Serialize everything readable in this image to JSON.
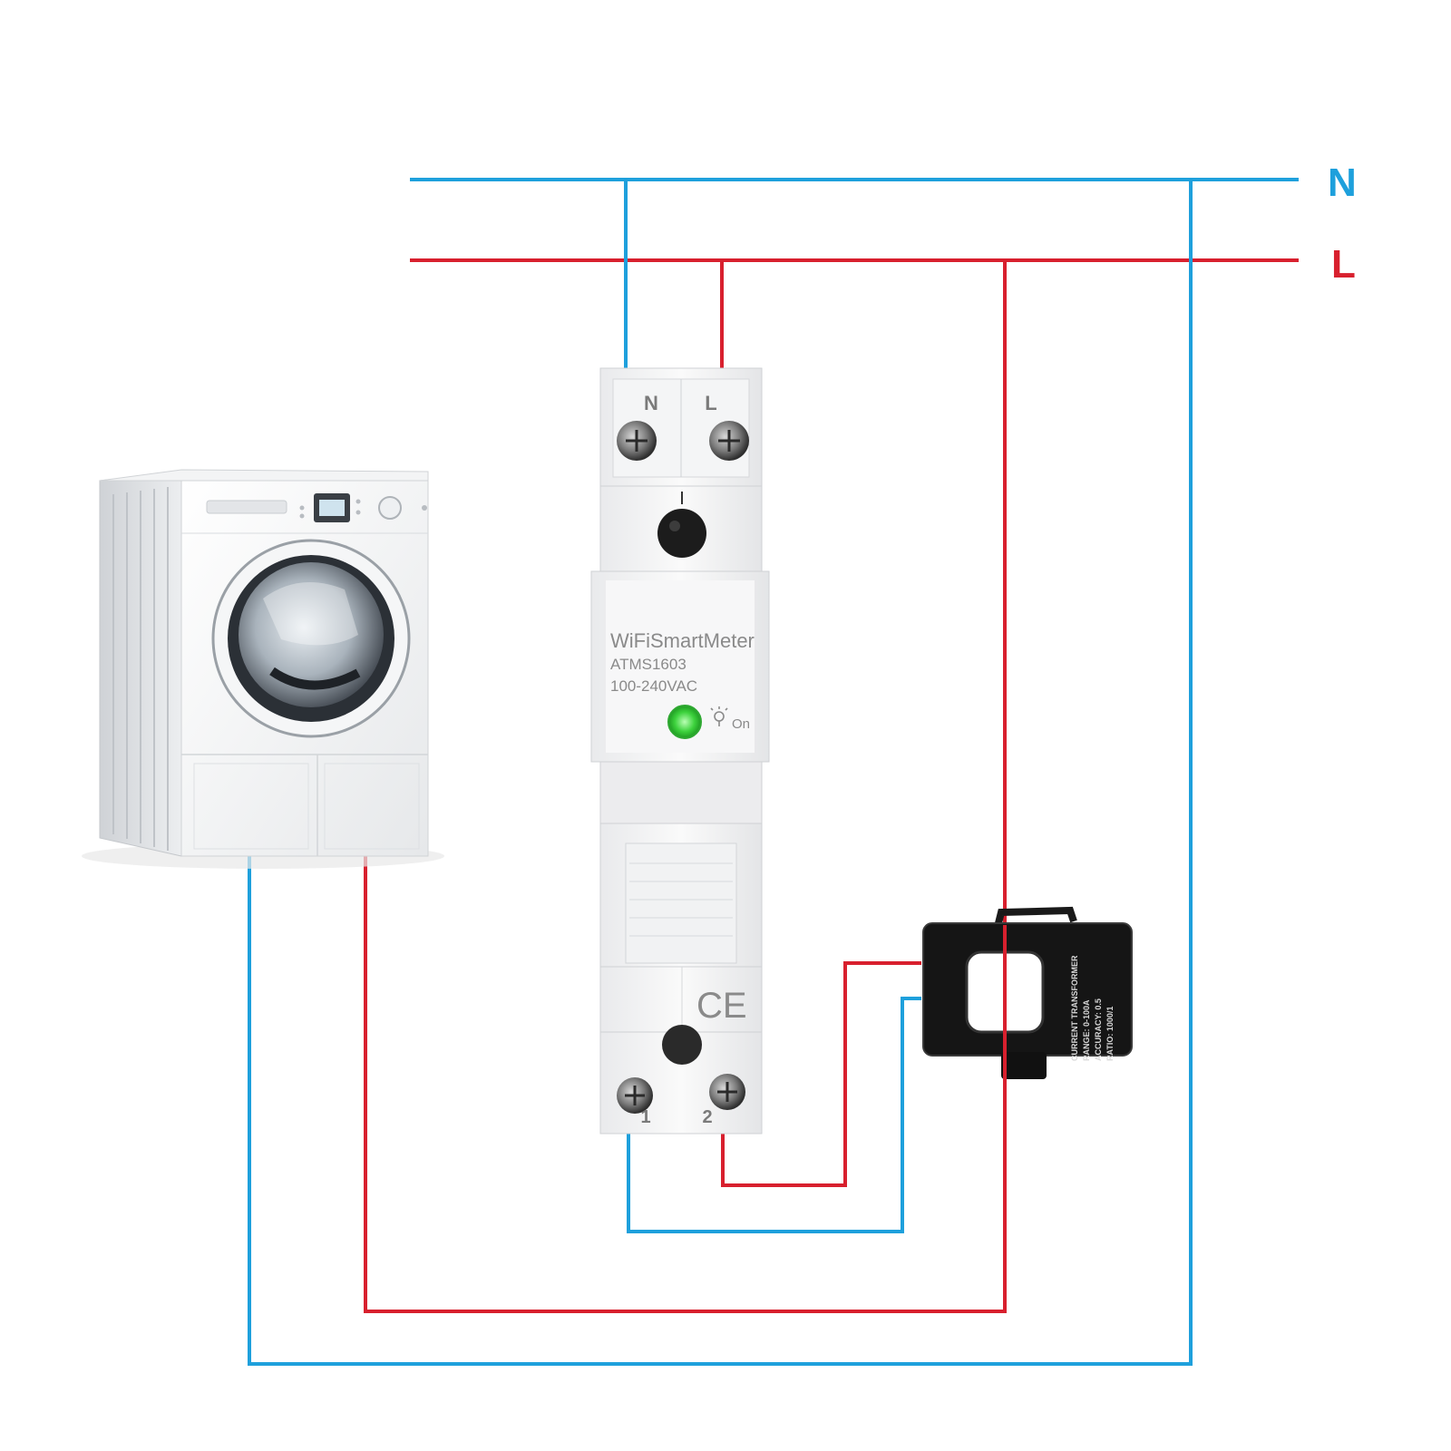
{
  "colors": {
    "neutral": "#1ea0dc",
    "live": "#d8202e",
    "led": "#3dd23d",
    "ct_body": "#151515"
  },
  "buses": {
    "neutral_label": "N",
    "live_label": "L"
  },
  "meter": {
    "name": "WiFiSmartMeter",
    "model": "ATMS1603",
    "voltage": "100-240VAC",
    "led_label": "On",
    "terminal_top_n": "N",
    "terminal_top_l": "L",
    "terminal_bottom_1": "1",
    "terminal_bottom_2": "2",
    "ce_mark": "CE"
  },
  "current_transformer": {
    "line1": "CURRENT TRANSFORMER",
    "line2": "RANGE: 0-100A",
    "line3": "ACCURACY: 0.5",
    "line4": "RATIO: 1000/1"
  },
  "icons": {
    "appliance": "washing-machine-icon",
    "led": "indicator-led-icon",
    "bulb": "bulb-icon",
    "clamp": "current-clamp-icon"
  }
}
